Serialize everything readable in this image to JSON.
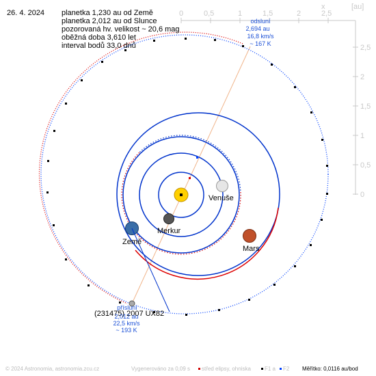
{
  "date": "26. 4. 2024",
  "info": {
    "line1": "planetka 1,230 au od Země",
    "line2": "planetka 2,012 au od Slunce",
    "line3": "pozorovaná hv. velikost ~ 20,6 mag",
    "line4": "oběžná doba 3,610 let",
    "line5": "interval bodů 33,0 dnů"
  },
  "axes": {
    "top_unit": "x",
    "corner_unit": "[au]",
    "top_ticks": [
      "0",
      "0,5",
      "1",
      "1,5",
      "2",
      "2,5"
    ],
    "right_ticks": [
      "2,5",
      "2",
      "1,5",
      "1",
      "0,5",
      "0"
    ]
  },
  "bodies": {
    "venus": "Venuše",
    "mercury": "Merkur",
    "earth": "Země",
    "mars": "Mars",
    "asteroid": "(231475) 2007 UX82"
  },
  "aphelion": {
    "title": "odsluní",
    "distance": "2,694 au",
    "speed": "16,8 km/s",
    "temp": "~ 167 K"
  },
  "perihelion": {
    "title": "přísluní",
    "distance": "2,012 au",
    "speed": "22,5 km/s",
    "temp": "~ 193 K"
  },
  "footer": {
    "copyright": "© 2024 Astronomia, astronomia.zcu.cz",
    "generated": "Vygenerováno za 0,09 s",
    "legend_center": "střed elipsy, ohniska",
    "legend_f1": "F1 a",
    "legend_f2": "F2",
    "scale": "Měřítko: 0,0116 au/bod"
  },
  "colors": {
    "orbit_blue": "#0033cc",
    "orbit_red": "#dd0000",
    "dot_blue": "#0040ff",
    "label_blue": "#1a4fd6",
    "axis": "#c8c8c8",
    "sun": "#ffd000",
    "mars": "#c0502a",
    "mercury": "#555555",
    "venus": "#e6e6e6",
    "earth": "#3a6ea8"
  }
}
